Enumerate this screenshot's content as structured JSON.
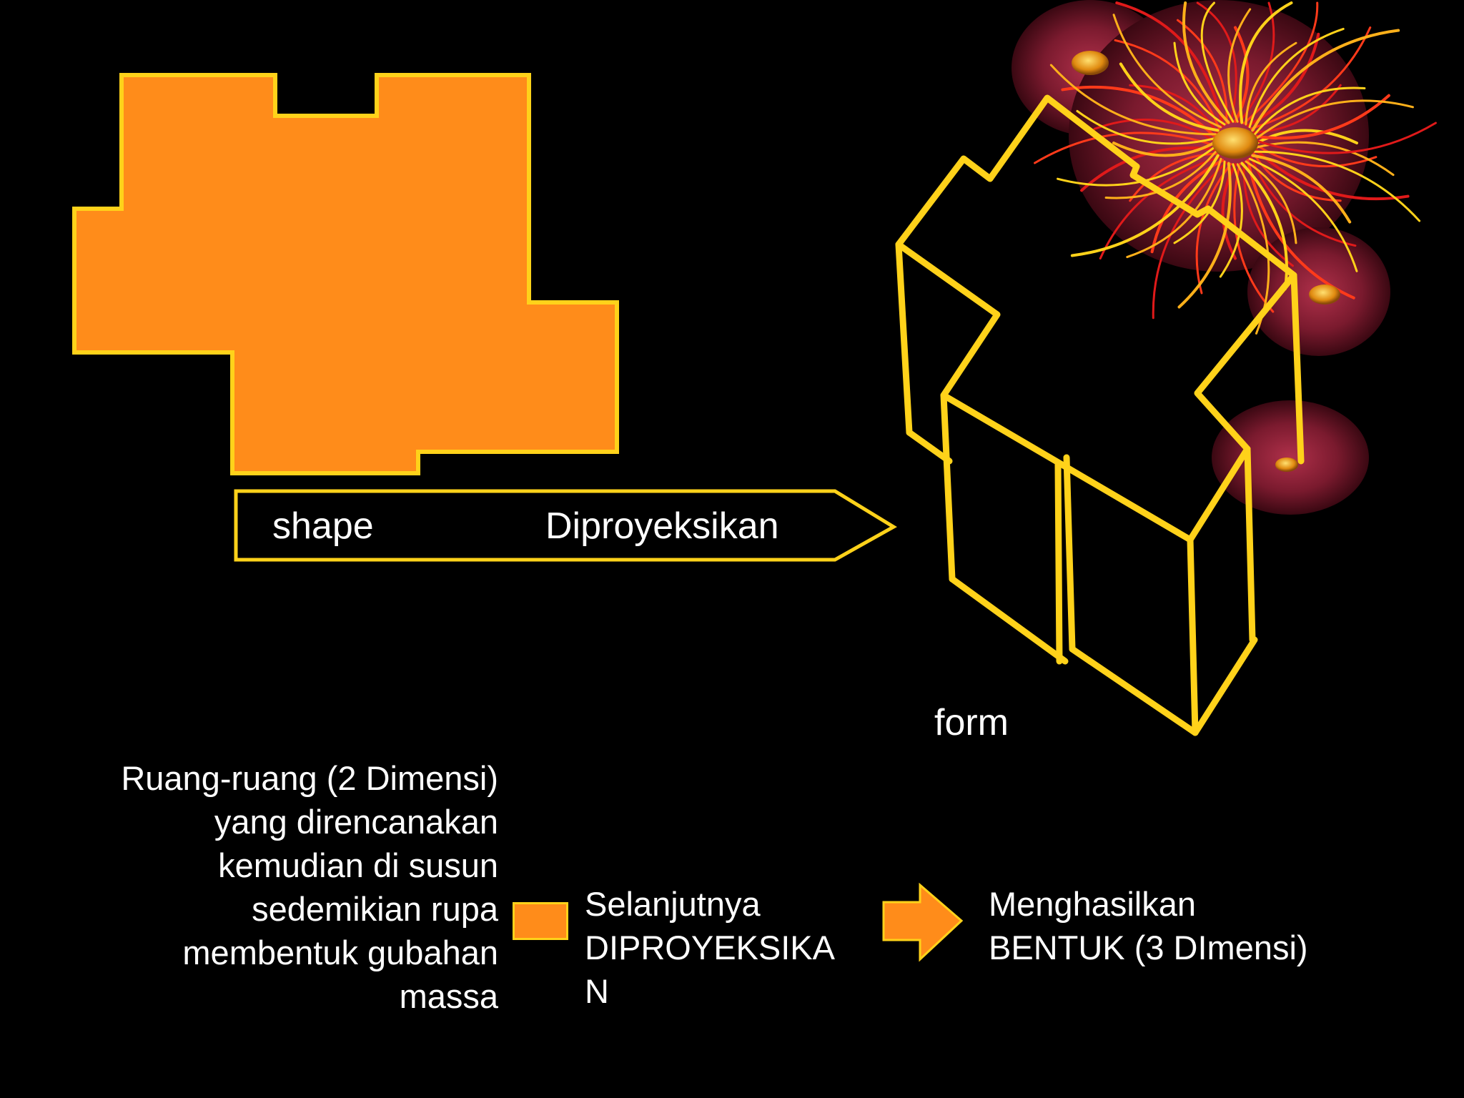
{
  "slide": {
    "background": "#000000",
    "accent_fill": "#FF8C1A",
    "accent_stroke": "#FFD21A"
  },
  "diagram": {
    "shape_label": "shape",
    "arrow_label": "Diproyeksikan",
    "form_label": "form"
  },
  "caption": {
    "left_text": "Ruang-ruang (2 Dimensi) yang direncanakan kemudian di susun sedemikian rupa membentuk gubahan massa",
    "middle_text_line1": "Selanjutnya",
    "middle_text_line2": "DIPROYEKSIKA",
    "middle_text_line3": "N",
    "right_text_line1": "Menghasilkan",
    "right_text_line2": "BENTUK (3 DImensi)"
  },
  "decoration": {
    "icon": "fireworks-icon"
  }
}
